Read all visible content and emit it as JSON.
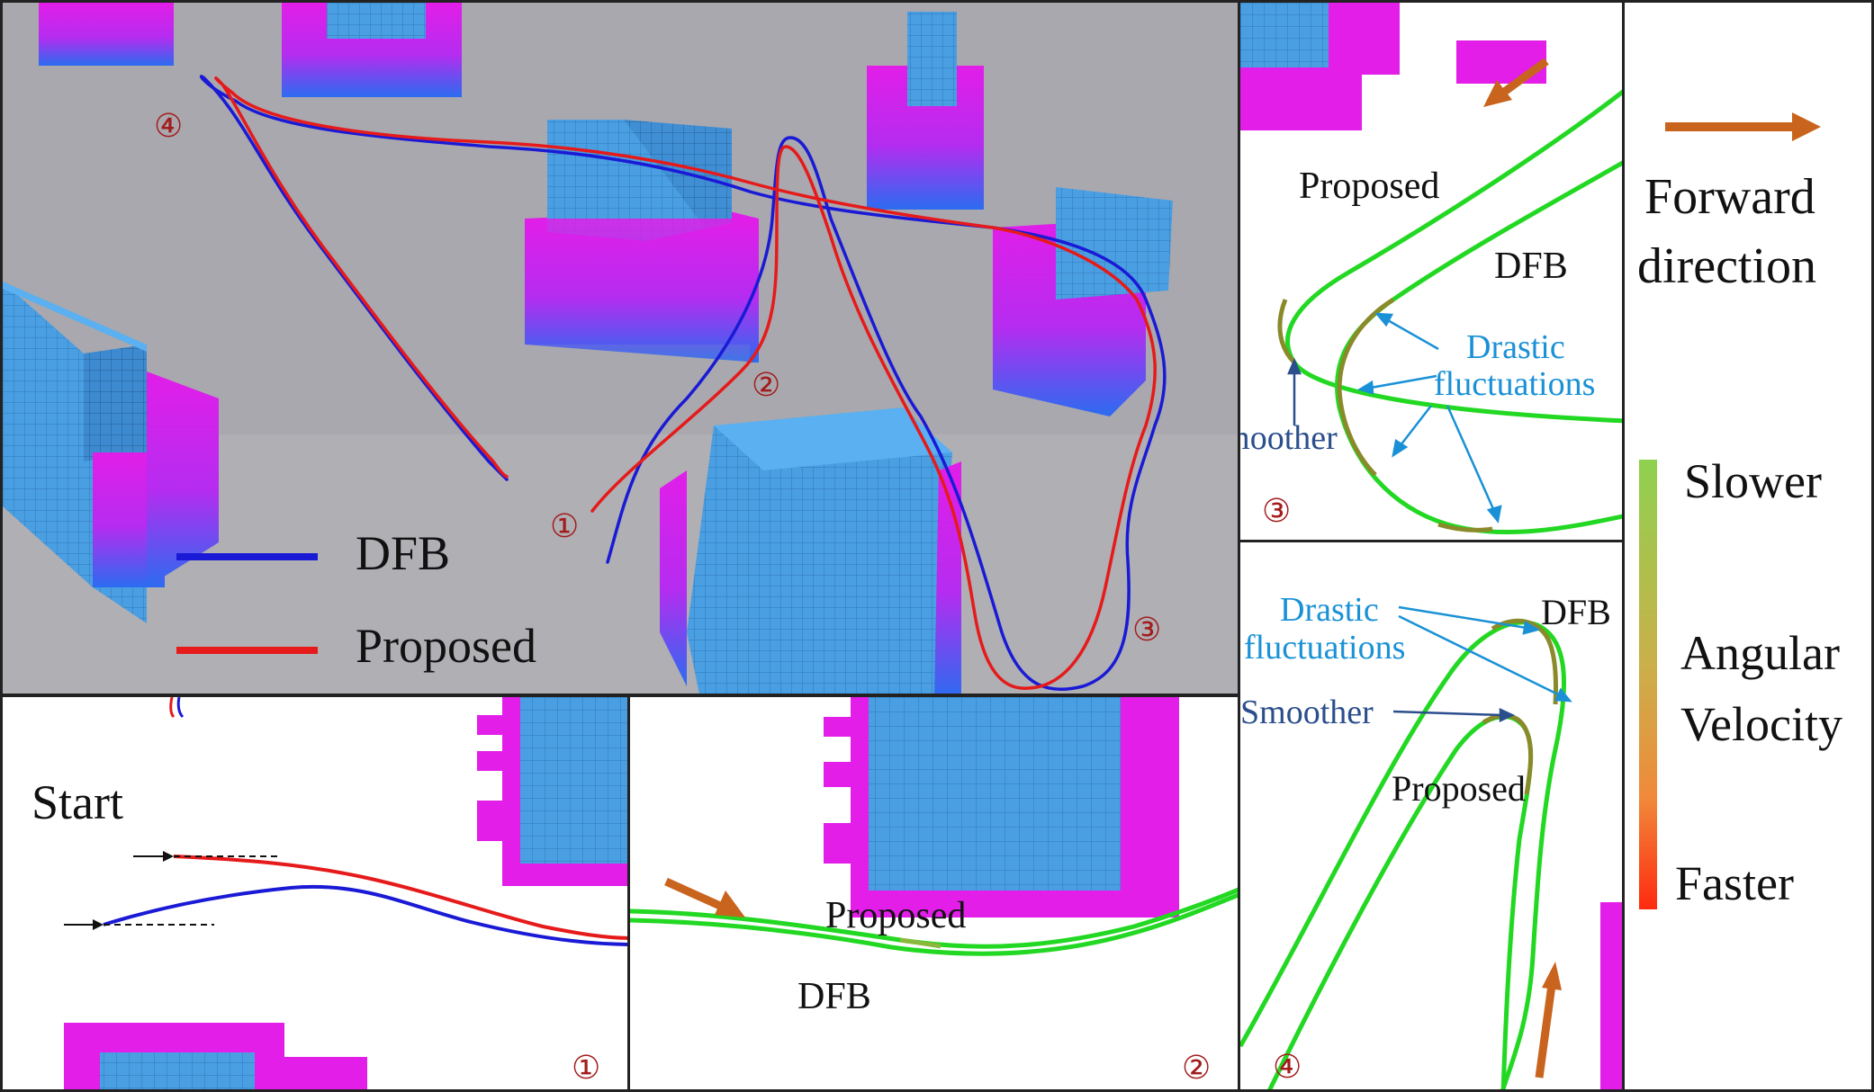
{
  "main": {
    "legend": [
      {
        "name": "DFB",
        "color": "#1a1ad6"
      },
      {
        "name": "Proposed",
        "color": "#e61a1a"
      }
    ],
    "markers": [
      "①",
      "②",
      "③",
      "④"
    ]
  },
  "panel1": {
    "start_label": "Start",
    "marker": "①"
  },
  "panel2": {
    "proposed_label": "Proposed",
    "dfb_label": "DFB",
    "marker": "②"
  },
  "panel3": {
    "proposed_label": "Proposed",
    "dfb_label": "DFB",
    "drastic_label_line1": "Drastic",
    "drastic_label_line2": "fluctuations",
    "smoother_label": "Smoother",
    "marker": "③"
  },
  "panel4": {
    "drastic_label_line1": "Drastic",
    "drastic_label_line2": "fluctuations",
    "dfb_label": "DFB",
    "smoother_label": "Smoother",
    "proposed_label": "Proposed",
    "marker": "④"
  },
  "legend_panel": {
    "forward_line1": "Forward",
    "forward_line2": "direction",
    "slower": "Slower",
    "angular_line1": "Angular",
    "angular_line2": "Velocity",
    "faster": "Faster"
  },
  "colors": {
    "obstacle_blue": "#4a9fe3",
    "obstacle_magenta": "#e21ee8",
    "path_green": "#22d822",
    "arrow_orange": "#c8641e",
    "annotation_blue": "#1a91d6"
  }
}
